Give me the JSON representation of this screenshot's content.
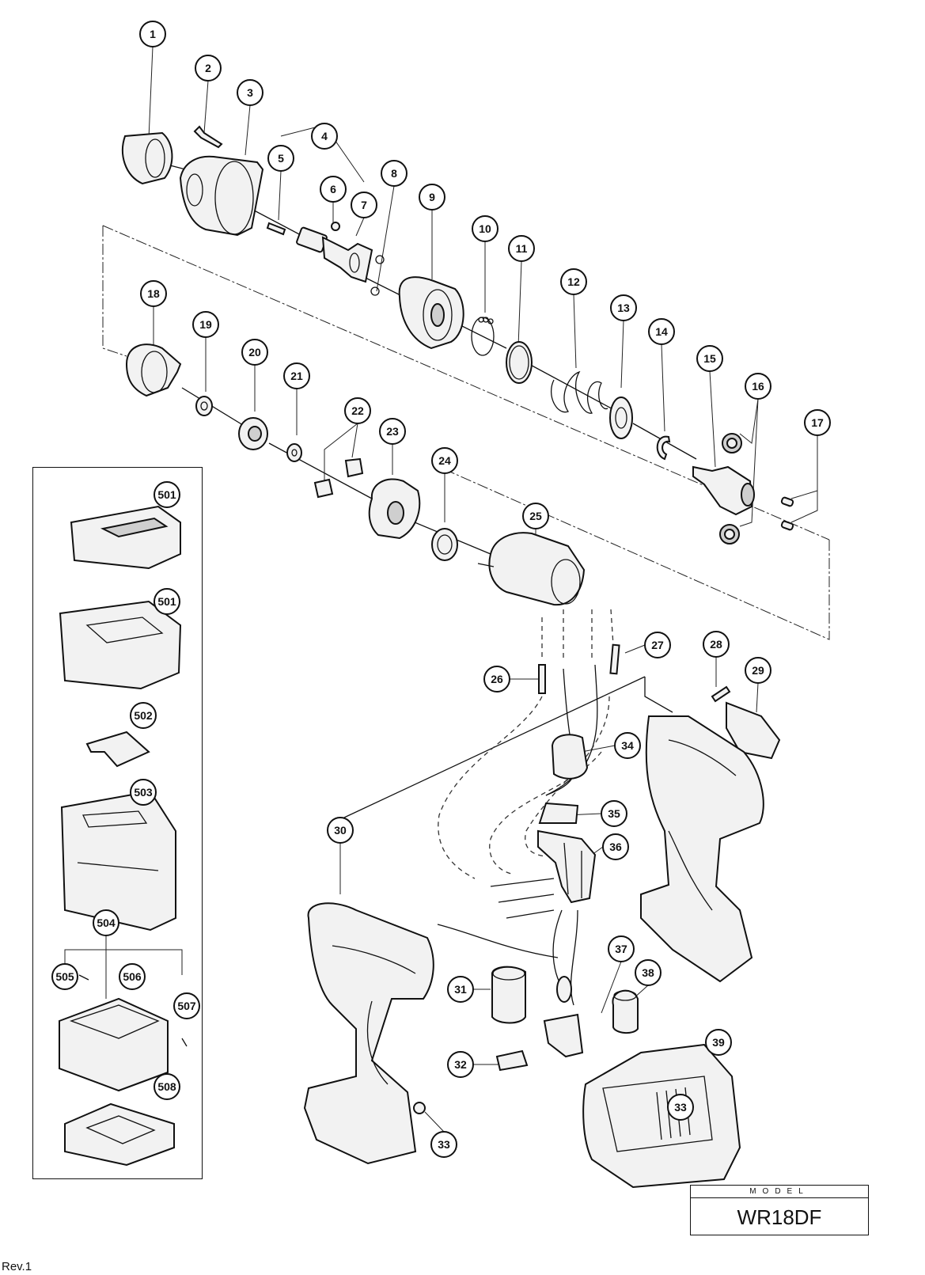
{
  "diagram": {
    "callouts": {
      "c1": "1",
      "c2": "2",
      "c3": "3",
      "c4": "4",
      "c5": "5",
      "c6": "6",
      "c7": "7",
      "c8": "8",
      "c9": "9",
      "c10": "10",
      "c11": "11",
      "c12": "12",
      "c13": "13",
      "c14": "14",
      "c15": "15",
      "c16": "16",
      "c17": "17",
      "c18": "18",
      "c19": "19",
      "c20": "20",
      "c21": "21",
      "c22": "22",
      "c23": "23",
      "c24": "24",
      "c25": "25",
      "c26": "26",
      "c27": "27",
      "c28": "28",
      "c29": "29",
      "c30": "30",
      "c31": "31",
      "c32": "32",
      "c33a": "33",
      "c33b": "33",
      "c34": "34",
      "c35": "35",
      "c36": "36",
      "c37": "37",
      "c38": "38",
      "c39": "39",
      "c501a": "501",
      "c501b": "501",
      "c502": "502",
      "c503": "503",
      "c504": "504",
      "c505": "505",
      "c506": "506",
      "c507": "507",
      "c508": "508"
    }
  },
  "title_block": {
    "caption": "MODEL",
    "model": "WR18DF"
  },
  "footer": {
    "page_label": "Rev.1"
  }
}
